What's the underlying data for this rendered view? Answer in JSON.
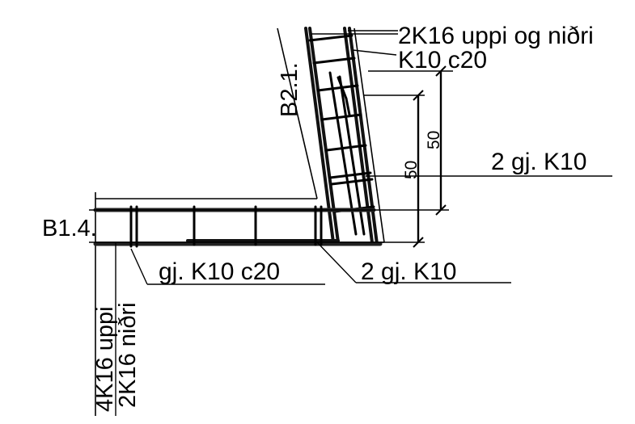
{
  "labels": {
    "top_bars": "2K16 uppi og niðri",
    "stirrups_wall": "K10 c20",
    "side_bars": "2 gj. K10",
    "wall_id": "B2.1.",
    "slab_id": "B1.4.",
    "stirrups_slab": "gj. K10 c20",
    "corner_bars": "2 gj. K10",
    "bottom_upper": "4K16 uppi",
    "bottom_lower": "2K16 niðri"
  },
  "dimensions": {
    "upper": "50",
    "lower": "50"
  }
}
